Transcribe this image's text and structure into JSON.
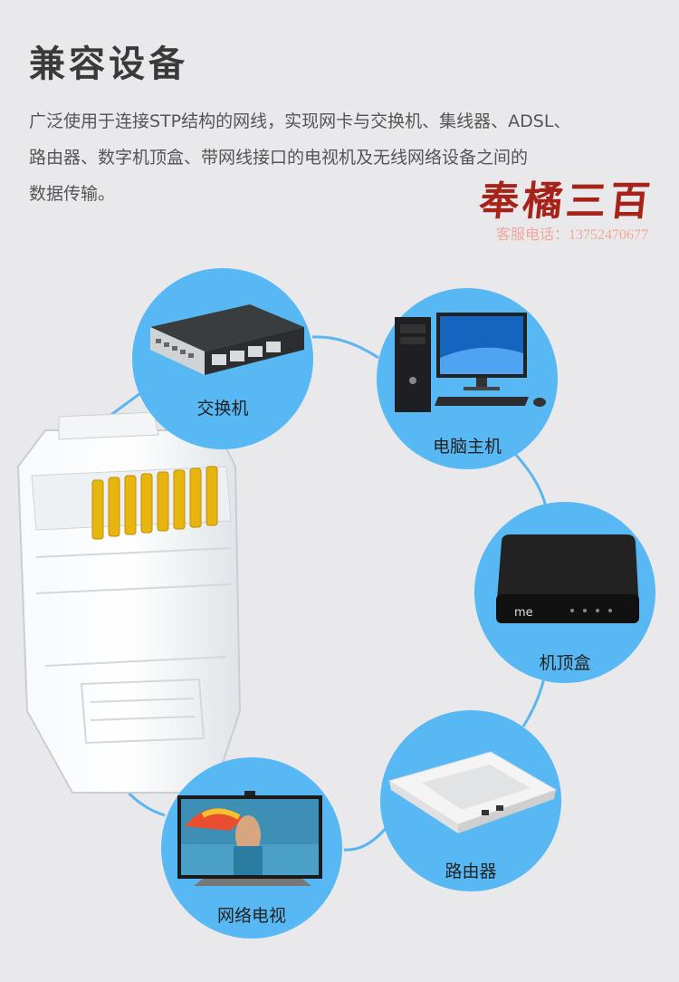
{
  "heading": "兼容设备",
  "description_lines": [
    "广泛使用于连接STP结构的网线，实现网卡与交换机、集线器、ADSL、",
    "路由器、数字机顶盒、带网线接口的电视机及无线网络设备之间的",
    "数据传输。"
  ],
  "brand": {
    "seal_text": "奉橘三百",
    "hotline": "客服电话：13752470677"
  },
  "devices": [
    {
      "id": "switch",
      "label": "交换机",
      "icon": "network-switch-icon"
    },
    {
      "id": "pc",
      "label": "电脑主机",
      "icon": "desktop-computer-icon"
    },
    {
      "id": "stb",
      "label": "机顶盒",
      "icon": "set-top-box-icon"
    },
    {
      "id": "router",
      "label": "路由器",
      "icon": "router-icon"
    },
    {
      "id": "tv",
      "label": "网络电视",
      "icon": "tv-icon"
    }
  ],
  "product": {
    "icon": "rj45-connector-icon"
  },
  "colors": {
    "background": "#e9e9eb",
    "circle": "#58b8f3",
    "link_line": "#5cb6ee",
    "brand_red": "#a7231a",
    "hotline": "#f0a79c"
  }
}
